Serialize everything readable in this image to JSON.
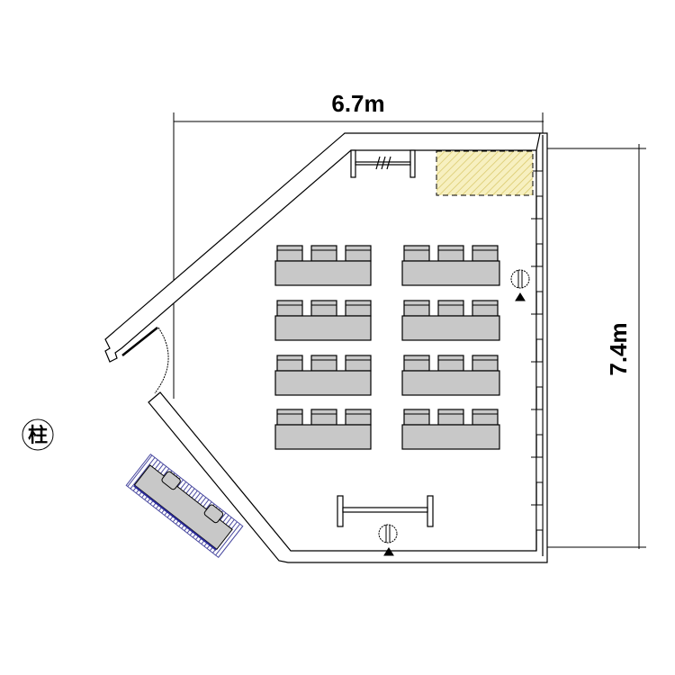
{
  "dimensions": {
    "width_label": "6.7m",
    "height_label": "7.4m"
  },
  "column_label": "柱",
  "colors": {
    "table": "#c8c8c8",
    "reserved_area": "#f7f0c0",
    "reserved_hatch": "#d9c86a",
    "sofa_hatch": "#4a4aa0",
    "line": "#000000"
  },
  "layout": {
    "table_groups": 2,
    "table_rows": 4,
    "chairs_per_table": 3
  }
}
